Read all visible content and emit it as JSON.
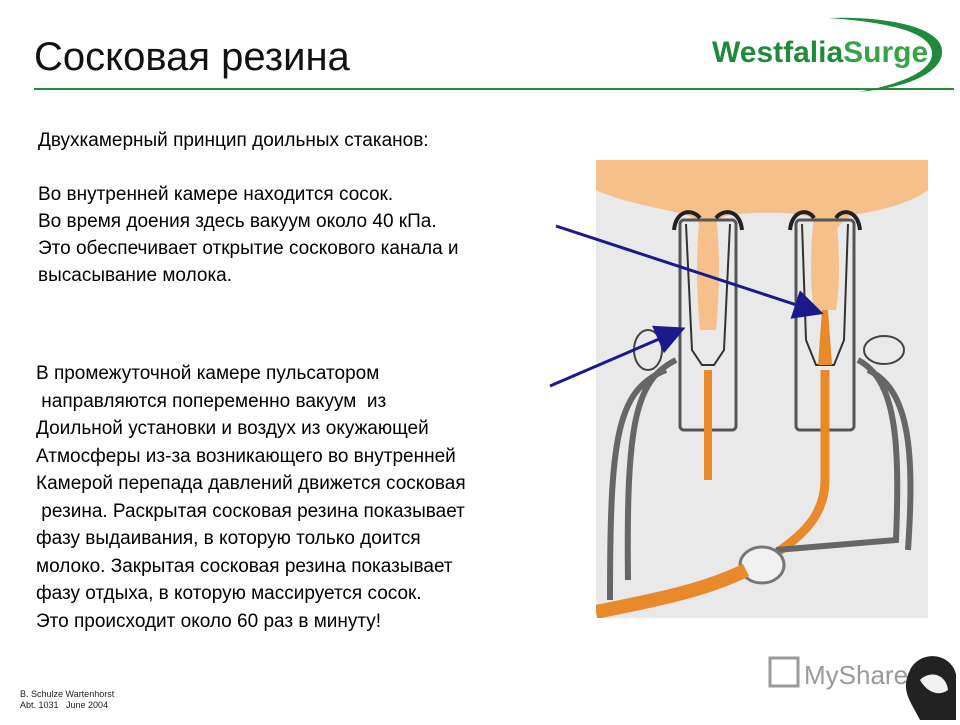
{
  "slide": {
    "title": "Сосковая резина",
    "logo_part1": "Westfalia",
    "logo_part2": "Surge",
    "block1": [
      "Двухкамерный принцип доильных стаканов:",
      "",
      "Во внутренней камере находится сосок.",
      "Во время доения здесь вакуум около 40 кПа.",
      "Это обеспечивает открытие соскового канала и",
      "высасывание молока."
    ],
    "block2": [
      "В промежуточной камере пульсатором",
      " направляются попеременно вакуум  из",
      "Доильной установки и воздух из окужающей",
      "Атмосферы из-за возникающего во внутренней",
      "Камерой перепада давлений движется сосковая",
      " резина. Раскрытая сосковая резина показывает",
      "фазу выдаивания, в которую только доится",
      "молоко. Закрытая сосковая резина показывает",
      "фазу отдыха, в которую массируется сосок.",
      "Это происходит около 60 раз в минуту!"
    ],
    "footer": [
      "B. Schulze Wartenhorst",
      "Abt. 1031   June 2004"
    ],
    "watermark": "MyShared"
  },
  "colors": {
    "accent_green": "#2d8a3a",
    "logo_green": "#1f8a3b",
    "arrow_blue": "#1a1a8c",
    "udder": "#f6c08a",
    "milk": "#e8892a",
    "figure_bg": "#e9e9e9"
  }
}
